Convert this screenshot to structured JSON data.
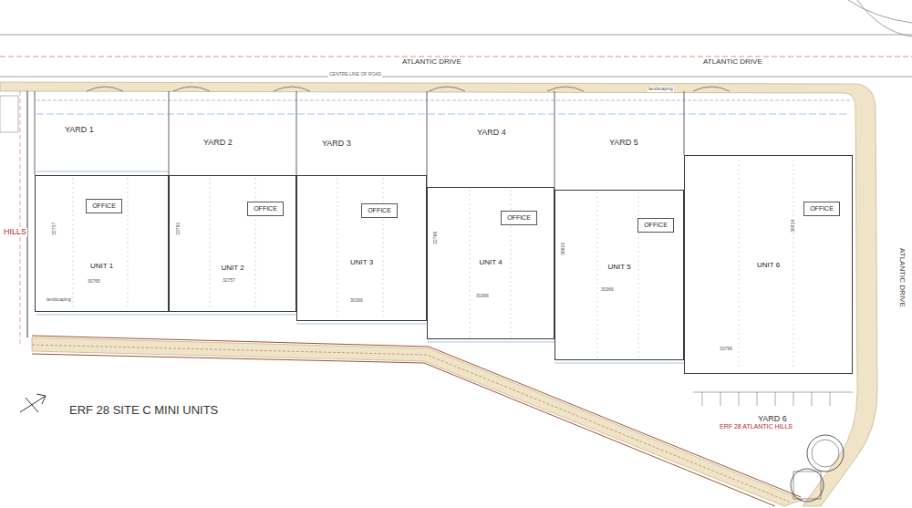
{
  "diagram": {
    "title": "ERF 28 SITE C MINI UNITS",
    "nodes": [
      {
        "text": [
          "UNIT 1"
        ]
      },
      {
        "text": [
          "OFFICE"
        ],
        "in": 0
      },
      {
        "text": [
          "UNIT 2"
        ]
      },
      {
        "text": [
          "OFFICE"
        ],
        "in": 2
      },
      {
        "text": [
          "UNIT 3"
        ]
      },
      {
        "text": [
          "OFFICE"
        ],
        "in": 4
      },
      {
        "text": [
          "UNIT 4"
        ]
      },
      {
        "text": [
          "OFFICE"
        ],
        "in": 6
      },
      {
        "text": [
          "UNIT 5"
        ]
      },
      {
        "text": [
          "OFFICE"
        ],
        "in": 8
      },
      {
        "text": [
          "UNIT 6"
        ]
      },
      {
        "text": [
          "OFFICE"
        ],
        "in": 10
      }
    ],
    "labels": [
      "ATLANTIC DRIVE",
      "ATLANTIC DRIVE",
      "ATLANTIC DRIVE",
      "CENTRE LINE OF ROAD",
      "YARD 1",
      "YARD 2",
      "YARD 3",
      "YARD 4",
      "YARD 5",
      "YARD 6",
      "HILLS",
      "ERF 28 ATLANTIC HILLS",
      "32757",
      "30765",
      "33761",
      "32757",
      "30366",
      "32766",
      "30366",
      "36605",
      "30366",
      "33799",
      "36914",
      "landscaping",
      "landscaping"
    ]
  }
}
